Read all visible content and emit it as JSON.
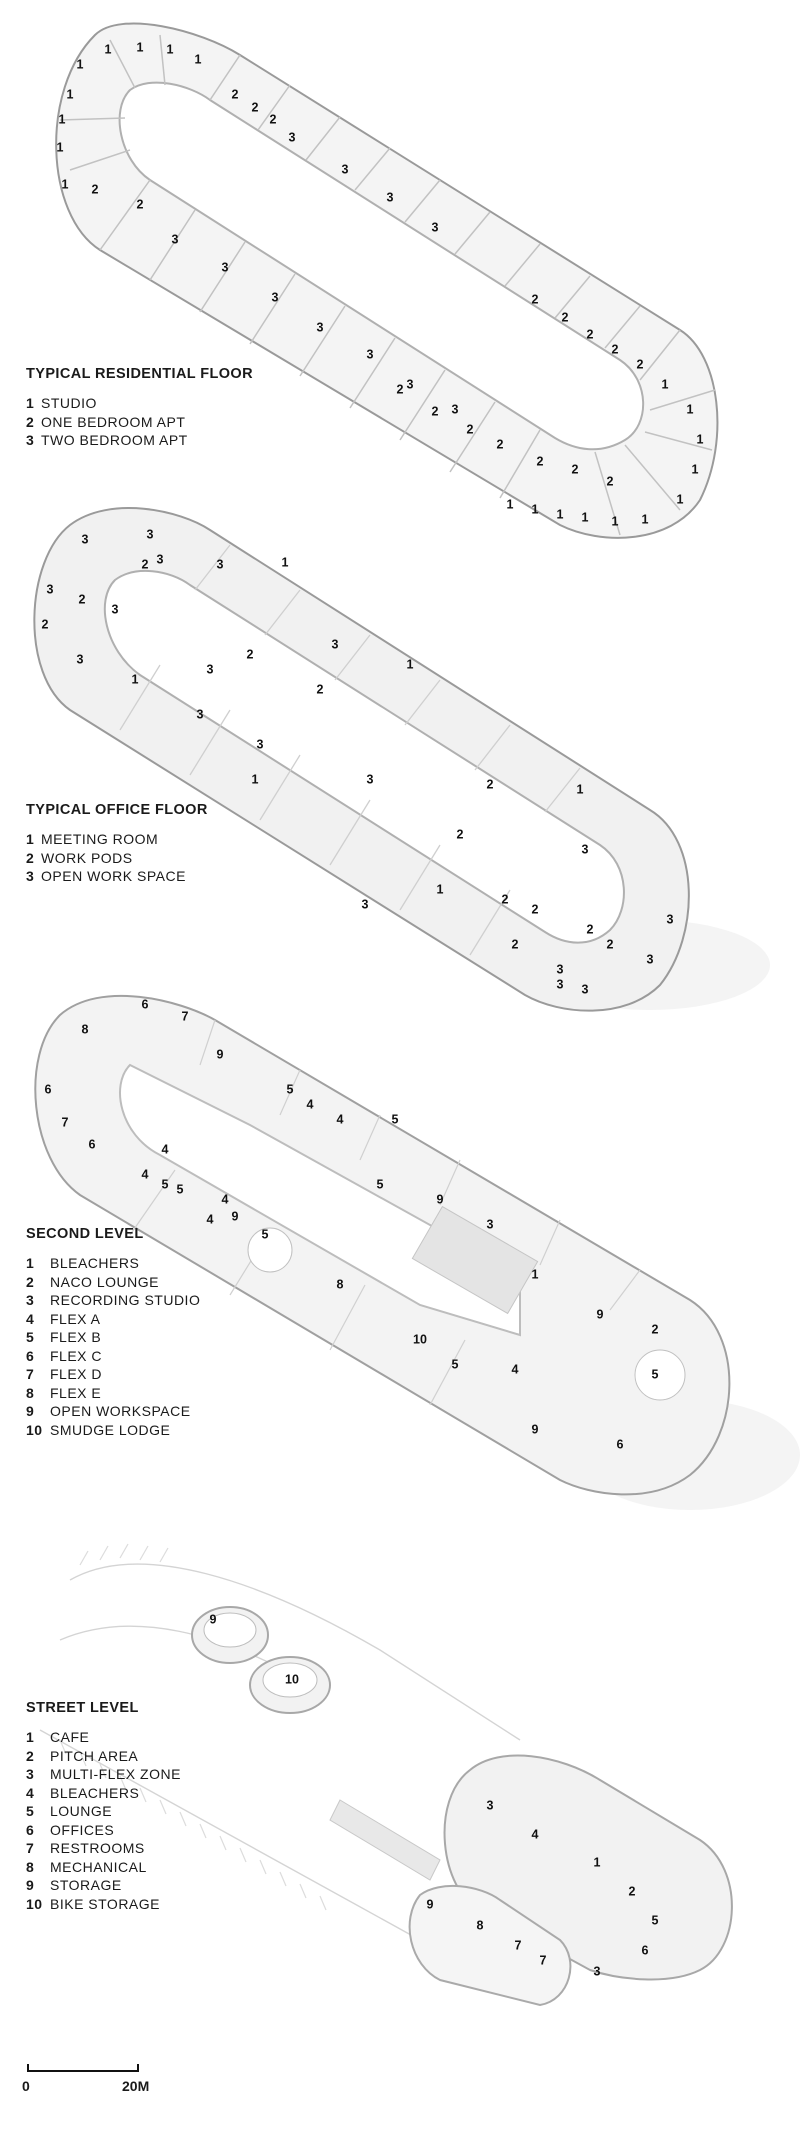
{
  "floors": [
    {
      "title": "TYPICAL RESIDENTIAL FLOOR",
      "legend": [
        {
          "num": "1",
          "label": "STUDIO"
        },
        {
          "num": "2",
          "label": "ONE BEDROOM APT"
        },
        {
          "num": "3",
          "label": "TWO BEDROOM APT"
        }
      ]
    },
    {
      "title": "TYPICAL OFFICE FLOOR",
      "legend": [
        {
          "num": "1",
          "label": "MEETING ROOM"
        },
        {
          "num": "2",
          "label": "WORK PODS"
        },
        {
          "num": "3",
          "label": "OPEN WORK SPACE"
        }
      ]
    },
    {
      "title": "SECOND LEVEL",
      "legend": [
        {
          "num": "1",
          "label": "BLEACHERS"
        },
        {
          "num": "2",
          "label": "NACO LOUNGE"
        },
        {
          "num": "3",
          "label": "RECORDING STUDIO"
        },
        {
          "num": "4",
          "label": "FLEX A"
        },
        {
          "num": "5",
          "label": "FLEX B"
        },
        {
          "num": "6",
          "label": "FLEX C"
        },
        {
          "num": "7",
          "label": "FLEX D"
        },
        {
          "num": "8",
          "label": "FLEX E"
        },
        {
          "num": "9",
          "label": "OPEN WORKSPACE"
        },
        {
          "num": "10",
          "label": "SMUDGE LODGE"
        }
      ]
    },
    {
      "title": "STREET LEVEL",
      "legend": [
        {
          "num": "1",
          "label": "CAFE"
        },
        {
          "num": "2",
          "label": "PITCH AREA"
        },
        {
          "num": "3",
          "label": "MULTI-FLEX ZONE"
        },
        {
          "num": "4",
          "label": "BLEACHERS"
        },
        {
          "num": "5",
          "label": "LOUNGE"
        },
        {
          "num": "6",
          "label": "OFFICES"
        },
        {
          "num": "7",
          "label": "RESTROOMS"
        },
        {
          "num": "8",
          "label": "MECHANICAL"
        },
        {
          "num": "9",
          "label": "STORAGE"
        },
        {
          "num": "10",
          "label": "BIKE STORAGE"
        }
      ]
    }
  ],
  "plan_labels": {
    "residential": [
      "1",
      "1",
      "1",
      "1",
      "1",
      "1",
      "1",
      "1",
      "1",
      "2",
      "2",
      "2",
      "2",
      "2",
      "3",
      "3",
      "3",
      "3",
      "3",
      "3",
      "3",
      "3",
      "3",
      "3",
      "3",
      "2",
      "2",
      "2",
      "2",
      "2",
      "2",
      "2",
      "2",
      "2",
      "2",
      "2",
      "2",
      "1",
      "1",
      "1",
      "1",
      "1",
      "1",
      "1",
      "1",
      "1",
      "1",
      "1"
    ],
    "office": [
      "3",
      "3",
      "3",
      "2",
      "3",
      "1",
      "3",
      "2",
      "2",
      "3",
      "3",
      "3",
      "1",
      "2",
      "1",
      "3",
      "2",
      "3",
      "3",
      "1",
      "3",
      "2",
      "2",
      "1",
      "3",
      "1",
      "2",
      "3",
      "2",
      "2",
      "3",
      "2",
      "3",
      "3",
      "3",
      "3",
      "2"
    ],
    "second": [
      "6",
      "7",
      "8",
      "9",
      "6",
      "7",
      "5",
      "4",
      "6",
      "4",
      "4",
      "5",
      "4",
      "5",
      "5",
      "5",
      "9",
      "4",
      "4",
      "9",
      "5",
      "3",
      "8",
      "1",
      "9",
      "2",
      "10",
      "5",
      "4",
      "5",
      "9",
      "6"
    ],
    "street": [
      "9",
      "10",
      "3",
      "4",
      "1",
      "2",
      "9",
      "8",
      "7",
      "7",
      "5",
      "6",
      "3"
    ]
  },
  "scale": {
    "start": "0",
    "end": "20M"
  }
}
